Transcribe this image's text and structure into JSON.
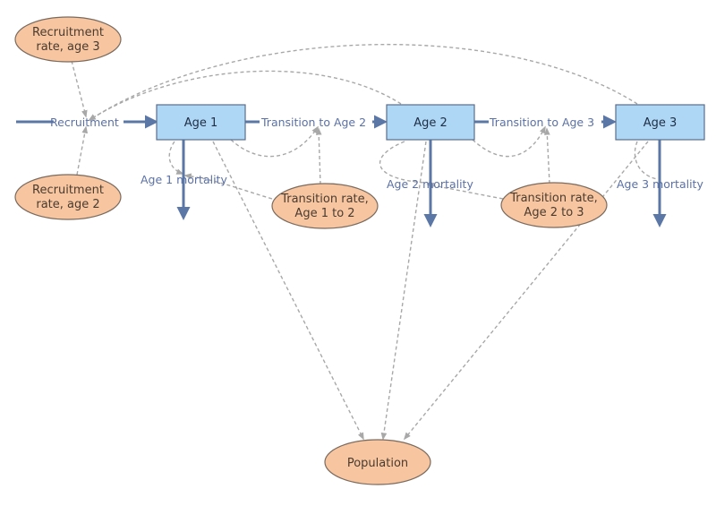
{
  "stocks": {
    "age1": "Age 1",
    "age2": "Age 2",
    "age3": "Age 3"
  },
  "flows": {
    "recruitment": "Recruitment",
    "transition_to_age2": "Transition to Age 2",
    "transition_to_age3": "Transition to Age 3",
    "age1_mortality": "Age 1 mortality",
    "age2_mortality": "Age 2 mortality",
    "age3_mortality": "Age 3 mortality"
  },
  "auxiliaries": {
    "recruitment_rate_age3": [
      "Recruitment",
      "rate, age 3"
    ],
    "recruitment_rate_age2": [
      "Recruitment",
      "rate, age 2"
    ],
    "transition_rate_1_2": [
      "Transition rate,",
      "Age 1 to 2"
    ],
    "transition_rate_2_3": [
      "Transition rate,",
      "Age 2 to 3"
    ],
    "population": "Population"
  },
  "colors": {
    "stock_fill": "#aed6f5",
    "auxiliary_fill": "#f7c6a0",
    "flow_arrow": "#5b77a6",
    "link_dashed": "#a8a8a8"
  }
}
